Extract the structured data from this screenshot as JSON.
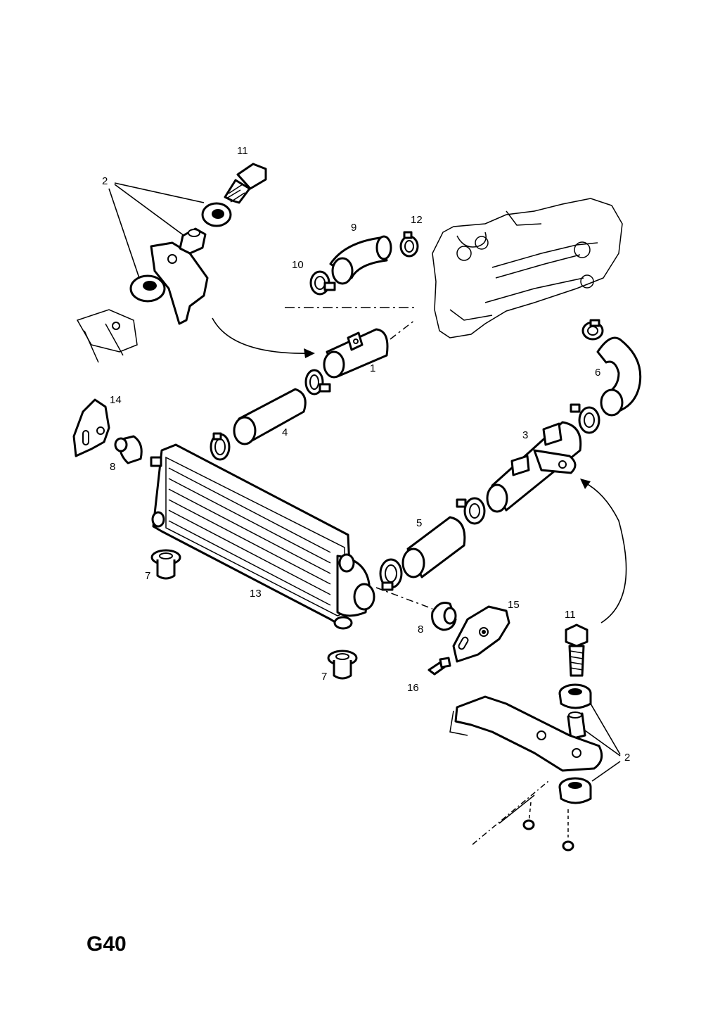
{
  "page_code": "G40",
  "callouts": {
    "c1": "1",
    "c2_top": "2",
    "c2_bottom": "2",
    "c3": "3",
    "c4": "4",
    "c5": "5",
    "c6": "6",
    "c7_left": "7",
    "c7_bottom": "7",
    "c8_left": "8",
    "c8_right": "8",
    "c9": "9",
    "c10": "10",
    "c11_top": "11",
    "c11_bottom": "11",
    "c12": "12",
    "c13": "13",
    "c14": "14",
    "c15": "15",
    "c16": "16"
  },
  "colors": {
    "ink": "#000000",
    "paper": "#ffffff"
  }
}
